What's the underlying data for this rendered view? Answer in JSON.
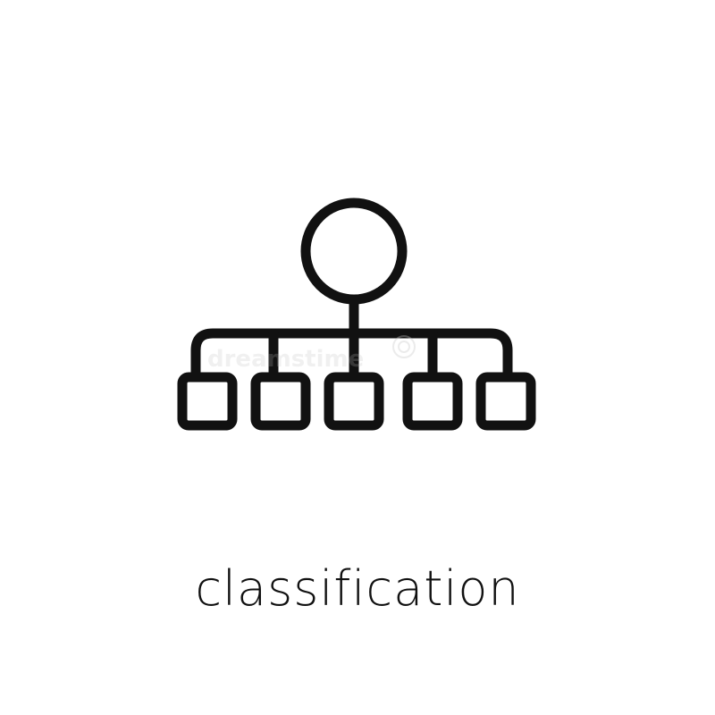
{
  "caption": "classification",
  "icon": {
    "name": "classification-hierarchy-icon",
    "stroke_color": "#111111",
    "child_count": 5
  },
  "watermark": {
    "text": "dreamstime",
    "color": "#e6e6e6"
  },
  "background_color": "#ffffff"
}
